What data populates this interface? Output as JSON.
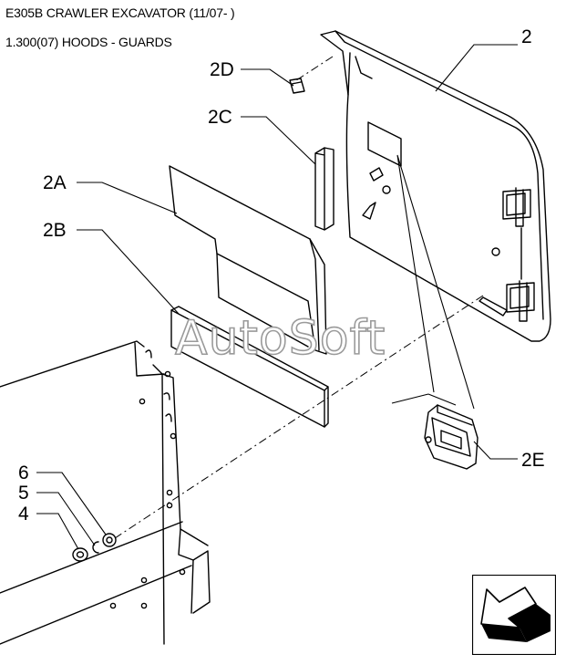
{
  "header": {
    "title": "E305B CRAWLER EXCAVATOR (11/07- )",
    "section": "1.300(07) HOODS - GUARDS"
  },
  "watermark": "AutoSoft",
  "callouts": {
    "c2": "2",
    "c2A": "2A",
    "c2B": "2B",
    "c2C": "2C",
    "c2D": "2D",
    "c2E": "2E",
    "c4": "4",
    "c5": "5",
    "c6": "6"
  },
  "nav": {
    "icon": "next-page-arrow-icon"
  }
}
